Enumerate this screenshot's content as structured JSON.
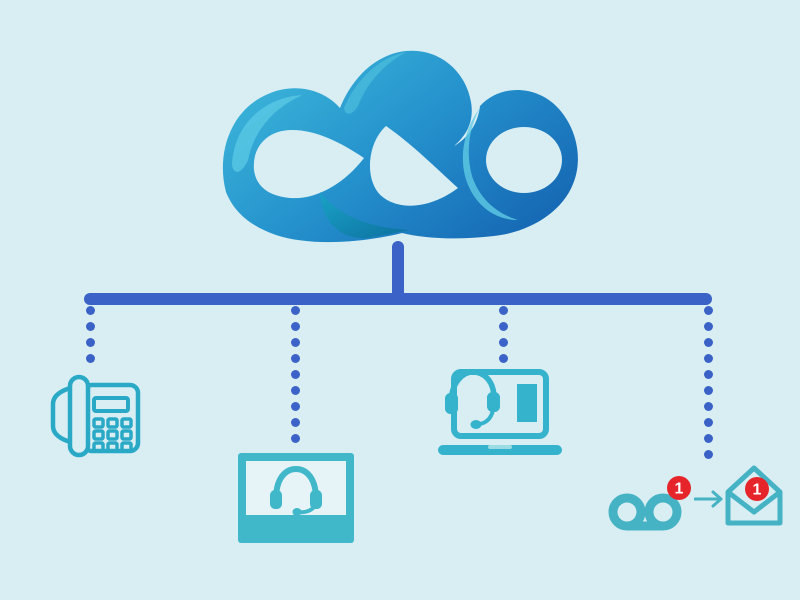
{
  "diagram": {
    "name": "cloud-communications-diagram",
    "background_color": "#d8eef3",
    "connector_color": "#3b63c7",
    "connector_dots": [
      4,
      9,
      4,
      10
    ],
    "cloud": {
      "icon": "cloud-swirl-logo-icon",
      "gradient": [
        "#46c3e2",
        "#2490cc",
        "#1565b2"
      ],
      "highlight_color": "#63d0e8",
      "shadow_color": "#1193b8"
    },
    "nodes": [
      {
        "id": "desk-phone",
        "icon": "desk-phone-icon",
        "color": "#2aa9c7"
      },
      {
        "id": "monitor-headset",
        "icon": "monitor-headset-icon",
        "color": "#41b7ca",
        "screen_color": "#e7f4f7"
      },
      {
        "id": "laptop-headset",
        "icon": "laptop-headset-icon",
        "color": "#35b2cc",
        "screen_color": "#e7f4f7"
      },
      {
        "id": "voicemail-to-email",
        "icon": "voicemail-envelope-icon",
        "color": "#45b3c4",
        "voicemail_badge": "1",
        "email_badge": "1",
        "badge_color": "#e6252a",
        "badge_text_color": "#ffffff",
        "arrow_icon": "arrow-right-icon"
      }
    ]
  }
}
